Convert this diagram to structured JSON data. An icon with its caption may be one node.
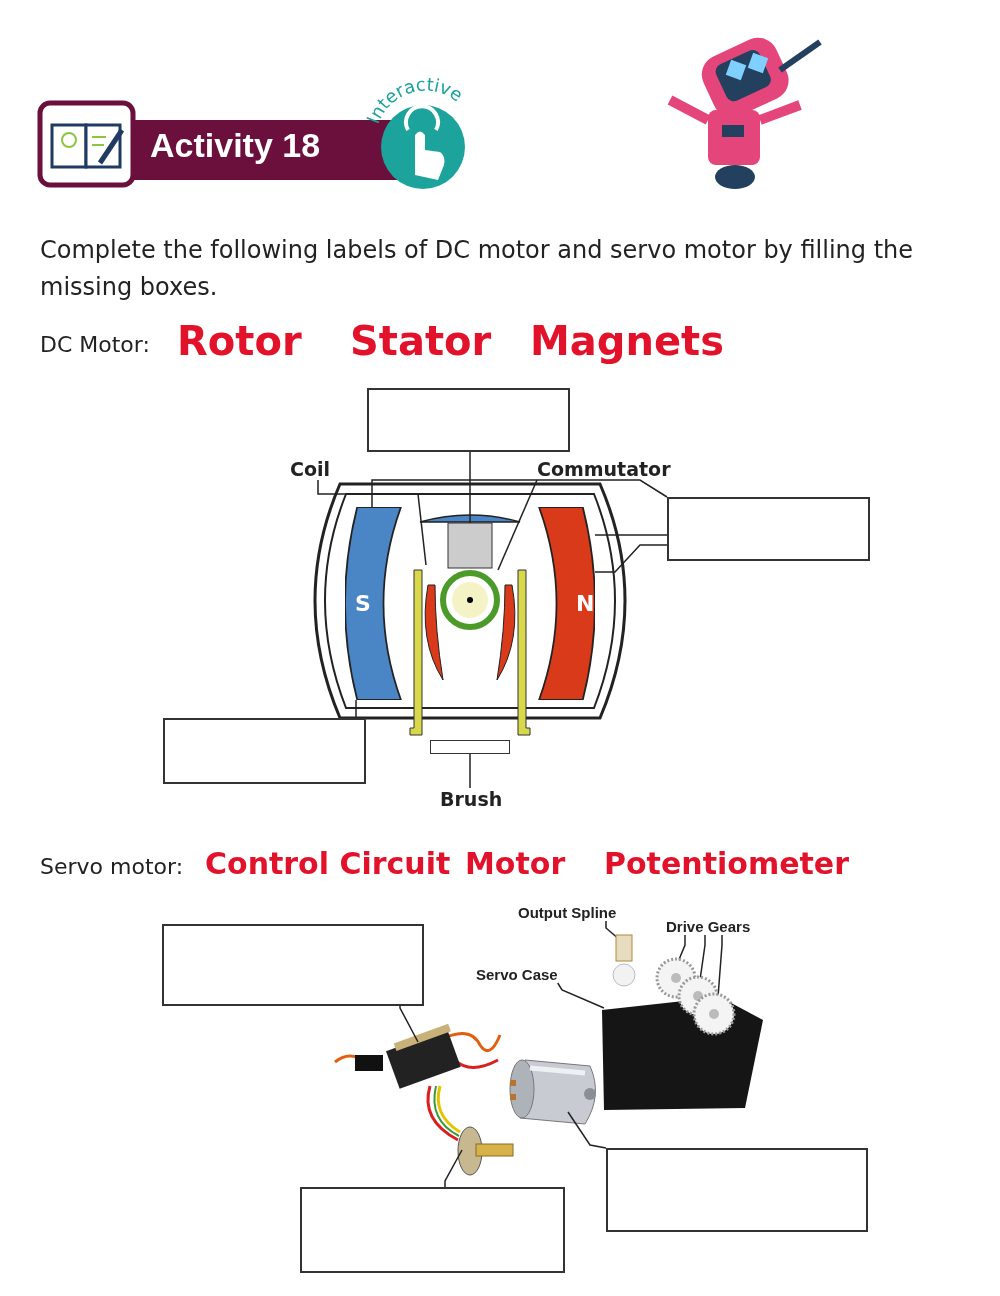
{
  "diagram": {
    "title": "Activity 18",
    "nodes": [
      {
        "text": [],
        "shape": "box"
      },
      {
        "text": [
          "Coil"
        ]
      },
      {
        "text": [
          "Commutator"
        ]
      },
      {
        "text": [],
        "shape": "box"
      },
      {
        "text": [],
        "shape": "box"
      },
      {
        "text": [
          "S"
        ],
        "in": 4
      },
      {
        "text": [
          "N"
        ],
        "in": 4
      },
      {
        "text": [],
        "shape": "box"
      },
      {
        "text": [
          "Brush"
        ]
      },
      {
        "text": [],
        "shape": "box"
      },
      {
        "text": [
          "Output Spline"
        ]
      },
      {
        "text": [
          "Drive Gears"
        ]
      },
      {
        "text": [
          "Servo Case"
        ]
      },
      {
        "text": [],
        "shape": "box"
      },
      {
        "text": [],
        "shape": "box"
      },
      {
        "text": [],
        "shape": "box"
      },
      {
        "text": [],
        "shape": "picture"
      },
      {
        "text": [],
        "shape": "picture"
      },
      {
        "text": [],
        "shape": "picture"
      },
      {
        "text": [],
        "shape": "picture"
      },
      {
        "text": [],
        "shape": "picture"
      },
      {
        "text": [],
        "shape": "picture"
      }
    ],
    "edges": [
      {
        "from": 0,
        "to": null,
        "arrow": "none"
      },
      {
        "from": 1,
        "to": null,
        "arrow": "none"
      },
      {
        "from": 2,
        "to": null,
        "arrow": "none"
      },
      {
        "from": 3,
        "to": 5,
        "arrow": "none"
      },
      {
        "from": 3,
        "to": 6,
        "arrow": "none"
      },
      {
        "from": 3,
        "to": 6,
        "arrow": "none"
      },
      {
        "from": 7,
        "to": 5,
        "arrow": "none"
      },
      {
        "from": 8,
        "to": 15,
        "arrow": "none"
      },
      {
        "from": 9,
        "to": 16,
        "arrow": "none"
      },
      {
        "from": 10,
        "to": 21,
        "arrow": "none"
      },
      {
        "from": 11,
        "to": 20,
        "arrow": "none"
      },
      {
        "from": 11,
        "to": 20,
        "arrow": "none"
      },
      {
        "from": 11,
        "to": 20,
        "arrow": "none"
      },
      {
        "from": 12,
        "to": 19,
        "arrow": "none"
      },
      {
        "from": 13,
        "to": 17,
        "arrow": "none"
      },
      {
        "from": 14,
        "to": 18,
        "arrow": "none"
      }
    ],
    "labels": [
      "Interactive",
      "Complete the following labels of DC motor and servo motor by filling the missing boxes.",
      "DC Motor:",
      "Rotor",
      "Stator",
      "Magnets",
      "Servo motor:",
      "Control Circuit",
      "Motor",
      "Potentiometer"
    ]
  }
}
